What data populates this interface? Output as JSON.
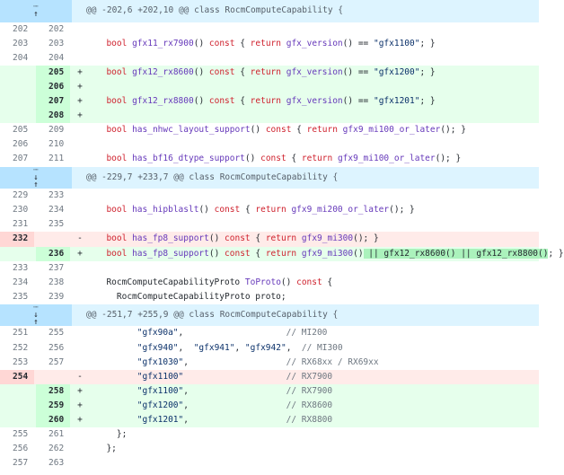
{
  "colors": {
    "hunk_bg": "#ddf4ff",
    "add_bg": "#e6ffec",
    "del_bg": "#ffebe9",
    "keyword": "#cf222e",
    "function": "#6639ba",
    "string": "#0a3069"
  },
  "rows": [
    {
      "type": "hunk",
      "expander": "up",
      "text": "@@ -202,6 +202,10 @@ class RocmComputeCapability {"
    },
    {
      "type": "ctx",
      "old": "202",
      "new": "202",
      "tokens": []
    },
    {
      "type": "ctx",
      "old": "203",
      "new": "203",
      "tokens": [
        {
          "t": "  "
        },
        {
          "t": "bool",
          "c": "kw"
        },
        {
          "t": " "
        },
        {
          "t": "gfx11_rx7900",
          "c": "fn"
        },
        {
          "t": "() "
        },
        {
          "t": "const",
          "c": "kw"
        },
        {
          "t": " { "
        },
        {
          "t": "return",
          "c": "kw"
        },
        {
          "t": " "
        },
        {
          "t": "gfx_version",
          "c": "fn"
        },
        {
          "t": "() == "
        },
        {
          "t": "\"gfx1100\"",
          "c": "str"
        },
        {
          "t": "; }"
        }
      ]
    },
    {
      "type": "ctx",
      "old": "204",
      "new": "204",
      "tokens": []
    },
    {
      "type": "add",
      "old": "",
      "new": "205",
      "marker": "+",
      "tokens": [
        {
          "t": "  "
        },
        {
          "t": "bool",
          "c": "kw"
        },
        {
          "t": " "
        },
        {
          "t": "gfx12_rx8600",
          "c": "fn"
        },
        {
          "t": "() "
        },
        {
          "t": "const",
          "c": "kw"
        },
        {
          "t": " { "
        },
        {
          "t": "return",
          "c": "kw"
        },
        {
          "t": " "
        },
        {
          "t": "gfx_version",
          "c": "fn"
        },
        {
          "t": "() == "
        },
        {
          "t": "\"gfx1200\"",
          "c": "str"
        },
        {
          "t": "; }"
        }
      ]
    },
    {
      "type": "add",
      "old": "",
      "new": "206",
      "marker": "+",
      "tokens": []
    },
    {
      "type": "add",
      "old": "",
      "new": "207",
      "marker": "+",
      "tokens": [
        {
          "t": "  "
        },
        {
          "t": "bool",
          "c": "kw"
        },
        {
          "t": " "
        },
        {
          "t": "gfx12_rx8800",
          "c": "fn"
        },
        {
          "t": "() "
        },
        {
          "t": "const",
          "c": "kw"
        },
        {
          "t": " { "
        },
        {
          "t": "return",
          "c": "kw"
        },
        {
          "t": " "
        },
        {
          "t": "gfx_version",
          "c": "fn"
        },
        {
          "t": "() == "
        },
        {
          "t": "\"gfx1201\"",
          "c": "str"
        },
        {
          "t": "; }"
        }
      ]
    },
    {
      "type": "add",
      "old": "",
      "new": "208",
      "marker": "+",
      "tokens": []
    },
    {
      "type": "ctx",
      "old": "205",
      "new": "209",
      "tokens": [
        {
          "t": "  "
        },
        {
          "t": "bool",
          "c": "kw"
        },
        {
          "t": " "
        },
        {
          "t": "has_nhwc_layout_support",
          "c": "fn"
        },
        {
          "t": "() "
        },
        {
          "t": "const",
          "c": "kw"
        },
        {
          "t": " { "
        },
        {
          "t": "return",
          "c": "kw"
        },
        {
          "t": " "
        },
        {
          "t": "gfx9_mi100_or_later",
          "c": "fn"
        },
        {
          "t": "(); }"
        }
      ]
    },
    {
      "type": "ctx",
      "old": "206",
      "new": "210",
      "tokens": []
    },
    {
      "type": "ctx",
      "old": "207",
      "new": "211",
      "tokens": [
        {
          "t": "  "
        },
        {
          "t": "bool",
          "c": "kw"
        },
        {
          "t": " "
        },
        {
          "t": "has_bf16_dtype_support",
          "c": "fn"
        },
        {
          "t": "() "
        },
        {
          "t": "const",
          "c": "kw"
        },
        {
          "t": " { "
        },
        {
          "t": "return",
          "c": "kw"
        },
        {
          "t": " "
        },
        {
          "t": "gfx9_mi100_or_later",
          "c": "fn"
        },
        {
          "t": "(); }"
        }
      ]
    },
    {
      "type": "hunk",
      "expander": "both",
      "text": "@@ -229,7 +233,7 @@ class RocmComputeCapability {"
    },
    {
      "type": "ctx",
      "old": "229",
      "new": "233",
      "tokens": []
    },
    {
      "type": "ctx",
      "old": "230",
      "new": "234",
      "tokens": [
        {
          "t": "  "
        },
        {
          "t": "bool",
          "c": "kw"
        },
        {
          "t": " "
        },
        {
          "t": "has_hipblaslt",
          "c": "fn"
        },
        {
          "t": "() "
        },
        {
          "t": "const",
          "c": "kw"
        },
        {
          "t": " { "
        },
        {
          "t": "return",
          "c": "kw"
        },
        {
          "t": " "
        },
        {
          "t": "gfx9_mi200_or_later",
          "c": "fn"
        },
        {
          "t": "(); }"
        }
      ]
    },
    {
      "type": "ctx",
      "old": "231",
      "new": "235",
      "tokens": []
    },
    {
      "type": "del",
      "old": "232",
      "new": "",
      "marker": "-",
      "tokens": [
        {
          "t": "  "
        },
        {
          "t": "bool",
          "c": "kw"
        },
        {
          "t": " "
        },
        {
          "t": "has_fp8_support",
          "c": "fn"
        },
        {
          "t": "() "
        },
        {
          "t": "const",
          "c": "kw"
        },
        {
          "t": " { "
        },
        {
          "t": "return",
          "c": "kw"
        },
        {
          "t": " "
        },
        {
          "t": "gfx9_mi300",
          "c": "fn"
        },
        {
          "t": "(); }"
        }
      ]
    },
    {
      "type": "add",
      "old": "",
      "new": "236",
      "marker": "+",
      "tokens": [
        {
          "t": "  "
        },
        {
          "t": "bool",
          "c": "kw"
        },
        {
          "t": " "
        },
        {
          "t": "has_fp8_support",
          "c": "fn"
        },
        {
          "t": "() "
        },
        {
          "t": "const",
          "c": "kw"
        },
        {
          "t": " { "
        },
        {
          "t": "return",
          "c": "kw"
        },
        {
          "t": " "
        },
        {
          "t": "gfx9_mi300",
          "c": "fn"
        },
        {
          "t": "()"
        },
        {
          "t": " || gfx12_rx8600() || gfx12_rx8800()",
          "c": "hl"
        },
        {
          "t": "; }"
        }
      ]
    },
    {
      "type": "ctx",
      "old": "233",
      "new": "237",
      "tokens": []
    },
    {
      "type": "ctx",
      "old": "234",
      "new": "238",
      "tokens": [
        {
          "t": "  RocmComputeCapabilityProto "
        },
        {
          "t": "ToProto",
          "c": "fn"
        },
        {
          "t": "() "
        },
        {
          "t": "const",
          "c": "kw"
        },
        {
          "t": " {"
        }
      ]
    },
    {
      "type": "ctx",
      "old": "235",
      "new": "239",
      "tokens": [
        {
          "t": "    RocmComputeCapabilityProto proto;"
        }
      ]
    },
    {
      "type": "hunk",
      "expander": "both-small",
      "text": "@@ -251,7 +255,9 @@ class RocmComputeCapability {"
    },
    {
      "type": "ctx",
      "old": "251",
      "new": "255",
      "tokens": [
        {
          "t": "        "
        },
        {
          "t": "\"gfx90a\"",
          "c": "str"
        },
        {
          "t": ",                    "
        },
        {
          "t": "// MI200",
          "c": "cm"
        }
      ]
    },
    {
      "type": "ctx",
      "old": "252",
      "new": "256",
      "tokens": [
        {
          "t": "        "
        },
        {
          "t": "\"gfx940\"",
          "c": "str"
        },
        {
          "t": ",  "
        },
        {
          "t": "\"gfx941\"",
          "c": "str"
        },
        {
          "t": ", "
        },
        {
          "t": "\"gfx942\"",
          "c": "str"
        },
        {
          "t": ",  "
        },
        {
          "t": "// MI300",
          "c": "cm"
        }
      ]
    },
    {
      "type": "ctx",
      "old": "253",
      "new": "257",
      "tokens": [
        {
          "t": "        "
        },
        {
          "t": "\"gfx1030\"",
          "c": "str"
        },
        {
          "t": ",                   "
        },
        {
          "t": "// RX68xx / RX69xx",
          "c": "cm"
        }
      ]
    },
    {
      "type": "del",
      "old": "254",
      "new": "",
      "marker": "-",
      "tokens": [
        {
          "t": "        "
        },
        {
          "t": "\"gfx1100\"",
          "c": "str"
        },
        {
          "t": "                    "
        },
        {
          "t": "// RX7900",
          "c": "cm"
        }
      ]
    },
    {
      "type": "add",
      "old": "",
      "new": "258",
      "marker": "+",
      "tokens": [
        {
          "t": "        "
        },
        {
          "t": "\"gfx1100\"",
          "c": "str"
        },
        {
          "t": ",                   "
        },
        {
          "t": "// RX7900",
          "c": "cm"
        }
      ]
    },
    {
      "type": "add",
      "old": "",
      "new": "259",
      "marker": "+",
      "tokens": [
        {
          "t": "        "
        },
        {
          "t": "\"gfx1200\"",
          "c": "str"
        },
        {
          "t": ",                   "
        },
        {
          "t": "// RX8600",
          "c": "cm"
        }
      ]
    },
    {
      "type": "add",
      "old": "",
      "new": "260",
      "marker": "+",
      "tokens": [
        {
          "t": "        "
        },
        {
          "t": "\"gfx1201\"",
          "c": "str"
        },
        {
          "t": ",                   "
        },
        {
          "t": "// RX8800",
          "c": "cm"
        }
      ]
    },
    {
      "type": "ctx",
      "old": "255",
      "new": "261",
      "tokens": [
        {
          "t": "    };"
        }
      ]
    },
    {
      "type": "ctx",
      "old": "256",
      "new": "262",
      "tokens": [
        {
          "t": "  };"
        }
      ]
    },
    {
      "type": "ctx",
      "old": "257",
      "new": "263",
      "tokens": []
    }
  ]
}
